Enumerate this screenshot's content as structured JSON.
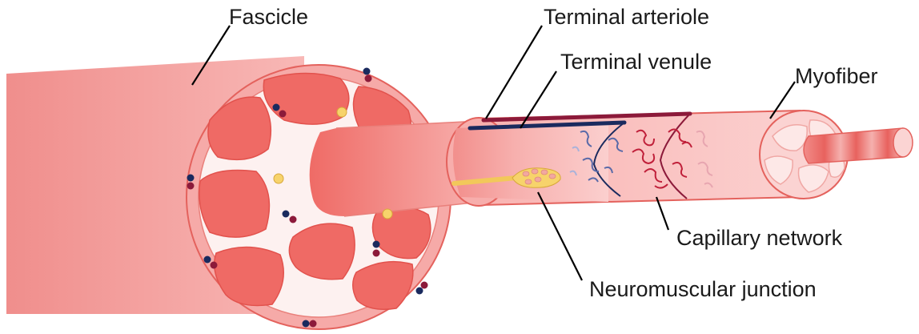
{
  "labels": {
    "fascicle": "Fascicle",
    "terminal_arteriole": "Terminal arteriole",
    "terminal_venule": "Terminal venule",
    "myofiber": "Myofiber",
    "capillary_network": "Capillary network",
    "neuromuscular_junction": "Neuromuscular junction"
  },
  "colors": {
    "muscle_light": "#f6a6a4",
    "muscle_mid": "#f08f8c",
    "muscle_dark": "#ec6a65",
    "outline": "#e05a55",
    "vein": "#1a2a5e",
    "artery": "#8c1a3a",
    "nerve": "#f7d36b",
    "leader": "#000000"
  },
  "icons": [
    "vessel-pair-icon",
    "nerve-dot-icon"
  ]
}
